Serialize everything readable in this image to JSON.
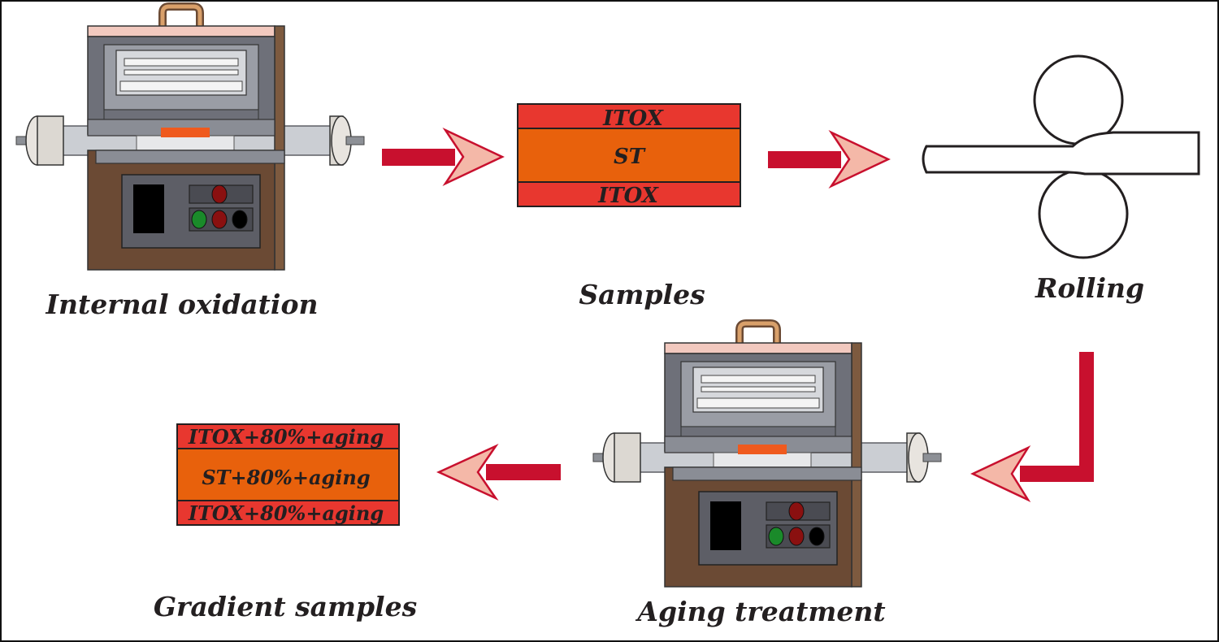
{
  "colors": {
    "itox_layer": "#e8372f",
    "st_layer": "#e8610c",
    "arrow": "#c8102e",
    "arrow_head_light": "#f4b8a8",
    "furnace_body": "#6b4a34",
    "furnace_panel": "#5d5e66",
    "furnace_top": "#f2c9bf",
    "furnace_lid": "#7a7d86",
    "tube": "#cfd2d6",
    "sample_in_tube": "#ef5a1e"
  },
  "steps": {
    "internal_oxidation": "Internal oxidation",
    "samples": "Samples",
    "rolling": "Rolling",
    "aging_treatment": "Aging treatment",
    "gradient_samples": "Gradient samples"
  },
  "samples": {
    "top": "ITOX",
    "middle": "ST",
    "bottom": "ITOX"
  },
  "gradient_samples": {
    "top": "ITOX+80%+aging",
    "middle": "ST+80%+aging",
    "bottom": "ITOX+80%+aging"
  },
  "icons": [
    "furnace-icon",
    "rolling-mill-icon",
    "arrow-icon"
  ]
}
